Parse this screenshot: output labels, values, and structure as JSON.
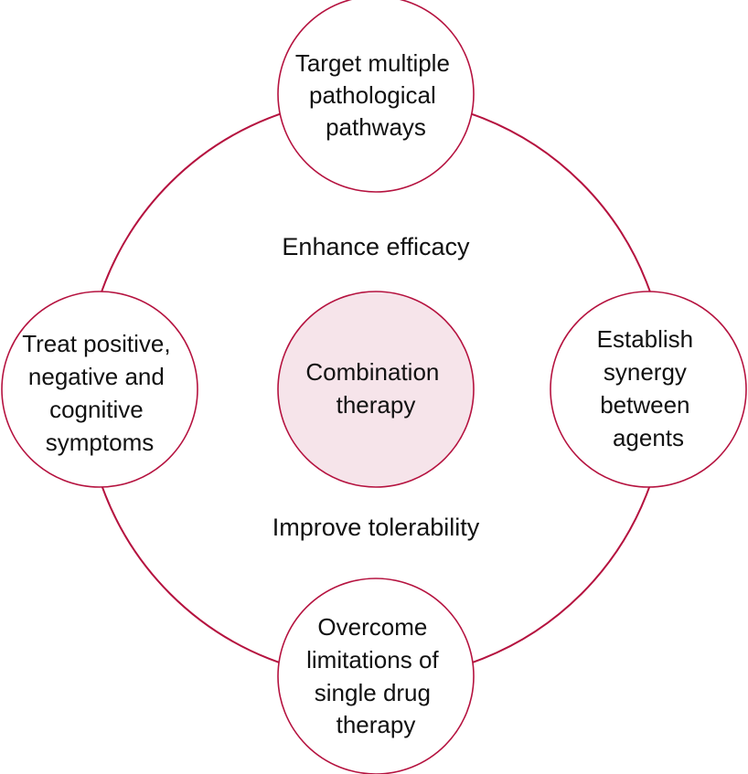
{
  "colors": {
    "stroke": "#b5123f",
    "center_fill": "#f6e4ea",
    "node_fill": "#ffffff",
    "text": "#111111"
  },
  "center": {
    "lines": [
      "Combination",
      "therapy"
    ]
  },
  "nodes": [
    {
      "id": "top",
      "lines": [
        "Target multiple",
        "pathological",
        "pathways"
      ]
    },
    {
      "id": "right",
      "lines": [
        "Establish",
        "synergy",
        "between",
        "agents"
      ]
    },
    {
      "id": "bottom",
      "lines": [
        "Overcome",
        "limitations of",
        "single drug",
        "therapy"
      ]
    },
    {
      "id": "left",
      "lines": [
        "Treat positive,",
        "negative and",
        "cognitive",
        "symptoms"
      ]
    }
  ],
  "labels": {
    "upper": "Enhance efficacy",
    "lower": "Improve tolerability"
  }
}
